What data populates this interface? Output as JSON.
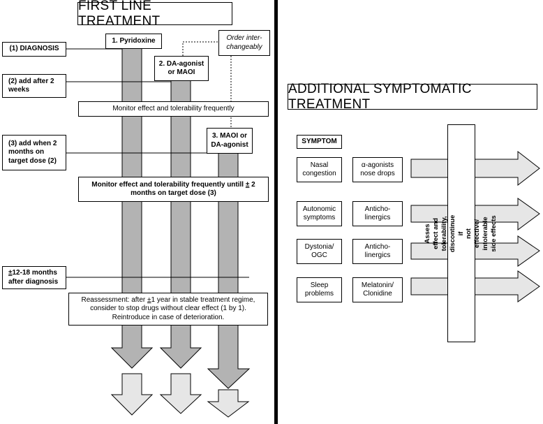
{
  "first_line": {
    "title": "FIRST LINE TREATMENT",
    "diagnosis": "(1) DIAGNOSIS",
    "pyridoxine": "1. Pyridoxine",
    "add_after_2_weeks": "(2) add after 2\nweeks",
    "da_agonist_or_maoi": "2. DA-agonist\nor MAOI",
    "order_interchangeably": "Order inter-\nchangeably",
    "monitor_1": "Monitor effect and tolerability frequently",
    "add_when_2_months": "(3) add when 2\nmonths on\ntarget dose (2)",
    "maoi_or_da_agonist": "3. MAOI or\nDA-agonist",
    "monitor_2_line1": "Monitor effect and tolerability frequently  untill ",
    "monitor_2_pm": "±",
    "monitor_2_line1_end": " 2",
    "monitor_2_line2": "months on target dose (3)",
    "months_12_18_pm": "±",
    "months_12_18_rest": "12-18 months",
    "months_12_18_line2": "after diagnosis",
    "reassess_l1a": "Reassessment:  after ",
    "reassess_l1_pm": "±",
    "reassess_l1b": "1 year in stable treatment regime,",
    "reassess_l2": "consider to stop drugs without clear effect (1 by 1).",
    "reassess_l3": "Reintroduce in case of deterioration."
  },
  "additional": {
    "title": "ADDITIONAL SYMPTOMATIC TREATMENT",
    "symptom_header": "SYMPTOM",
    "rows": [
      {
        "symptom": "Nasal\ncongestion",
        "treatment": "α-agonists\nnose drops"
      },
      {
        "symptom": "Autonomic\nsymptoms",
        "treatment": "Anticho-\nlinergics"
      },
      {
        "symptom": "Dystonia/\nOGC",
        "treatment": "Anticho-\nlinergics"
      },
      {
        "symptom": "Sleep\nproblems",
        "treatment": "Melatonin/\nClonidine"
      }
    ],
    "assess_text": "Asses effect and tolerability, discontinue if\nnot effective/ intolerable side effects"
  },
  "colors": {
    "arrow_dark": "#b3b3b3",
    "arrow_light": "#e6e6e6",
    "stroke": "#000000"
  }
}
